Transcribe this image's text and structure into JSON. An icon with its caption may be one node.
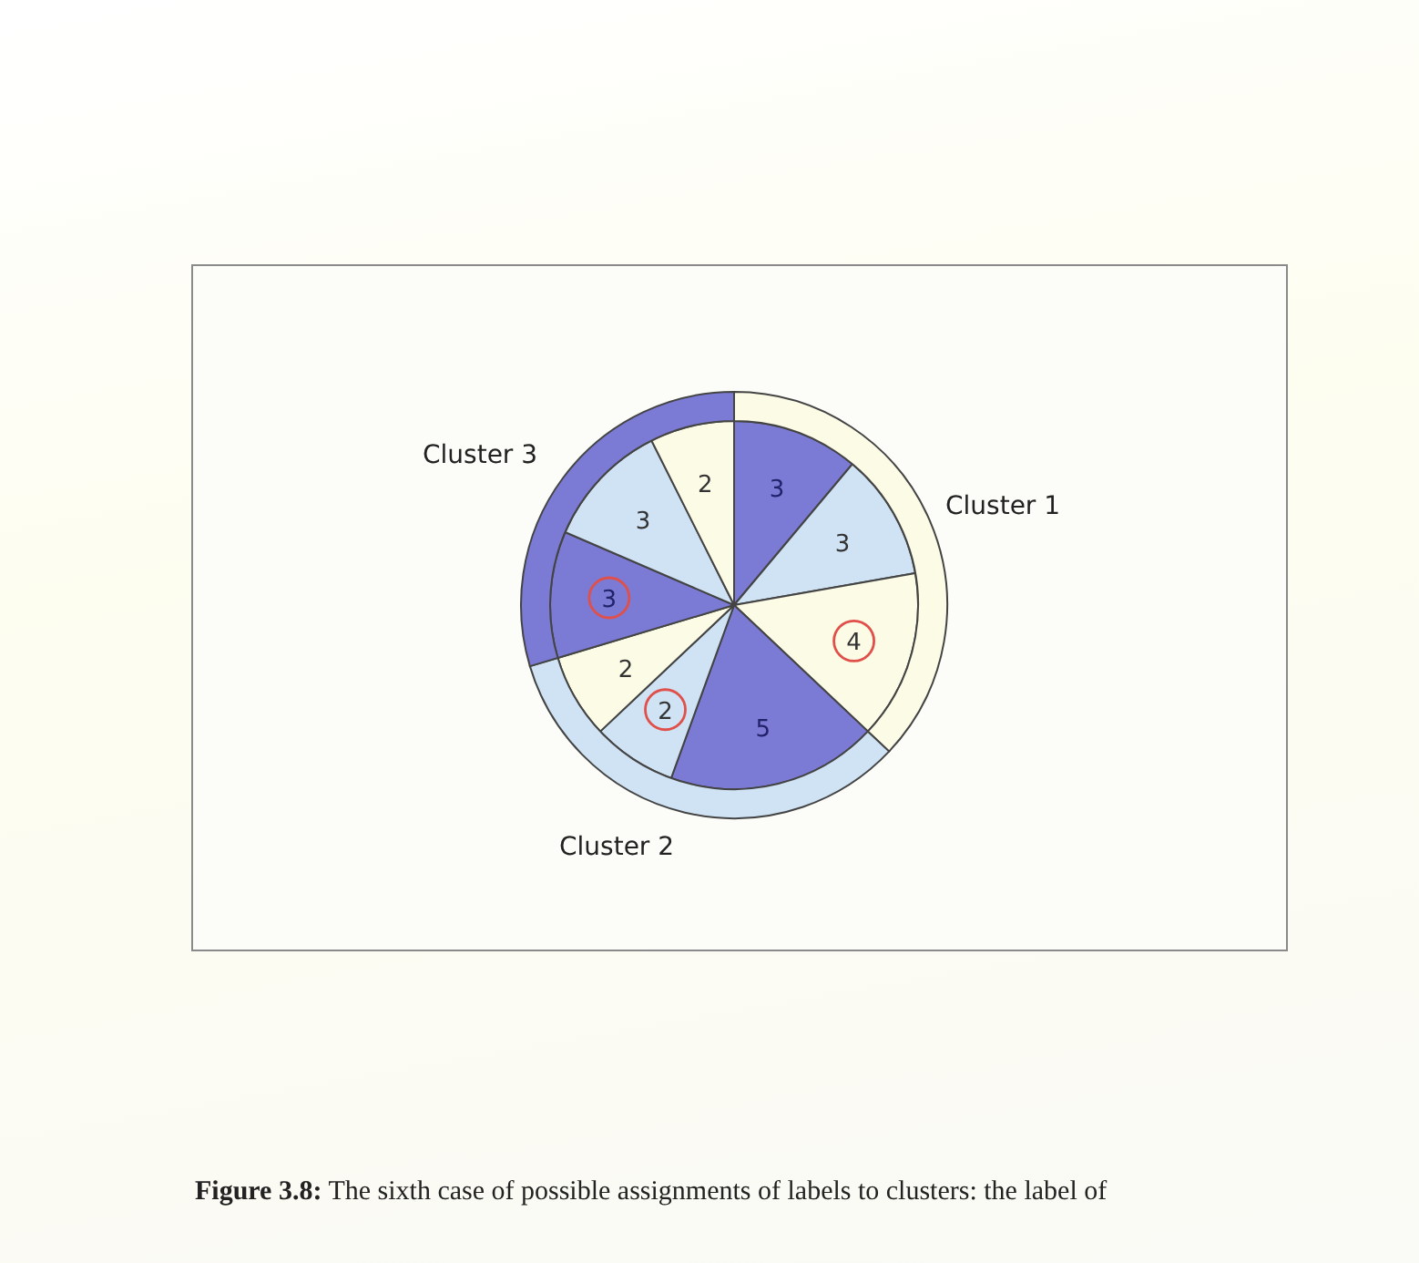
{
  "diagram": {
    "caption": "**Figure 3.8:** The sixth case of possible assignments of labels to clusters: the label of",
    "labels": [
      "Cluster 3",
      "Cluster 1",
      "Cluster 2"
    ],
    "chart_data": {
      "type": "pie",
      "series": [
        {
          "values": [
            3,
            3,
            4,
            5,
            2,
            2,
            3,
            3,
            2
          ],
          "colors": [
            "#7b7bd6",
            "#cfe3f5",
            "#fcfbe6",
            "#7b7bd6",
            "#cfe3f5",
            "#fcfbe6",
            "#7b7bd6",
            "#cfe3f5",
            "#fcfbe6"
          ],
          "data_labels": true
        },
        {
          "values": [
            37.04,
            33.33,
            29.63
          ],
          "colors": [
            "#fcfbe6",
            "#cfe3f5",
            "#7b7bd6"
          ]
        }
      ]
    }
  }
}
